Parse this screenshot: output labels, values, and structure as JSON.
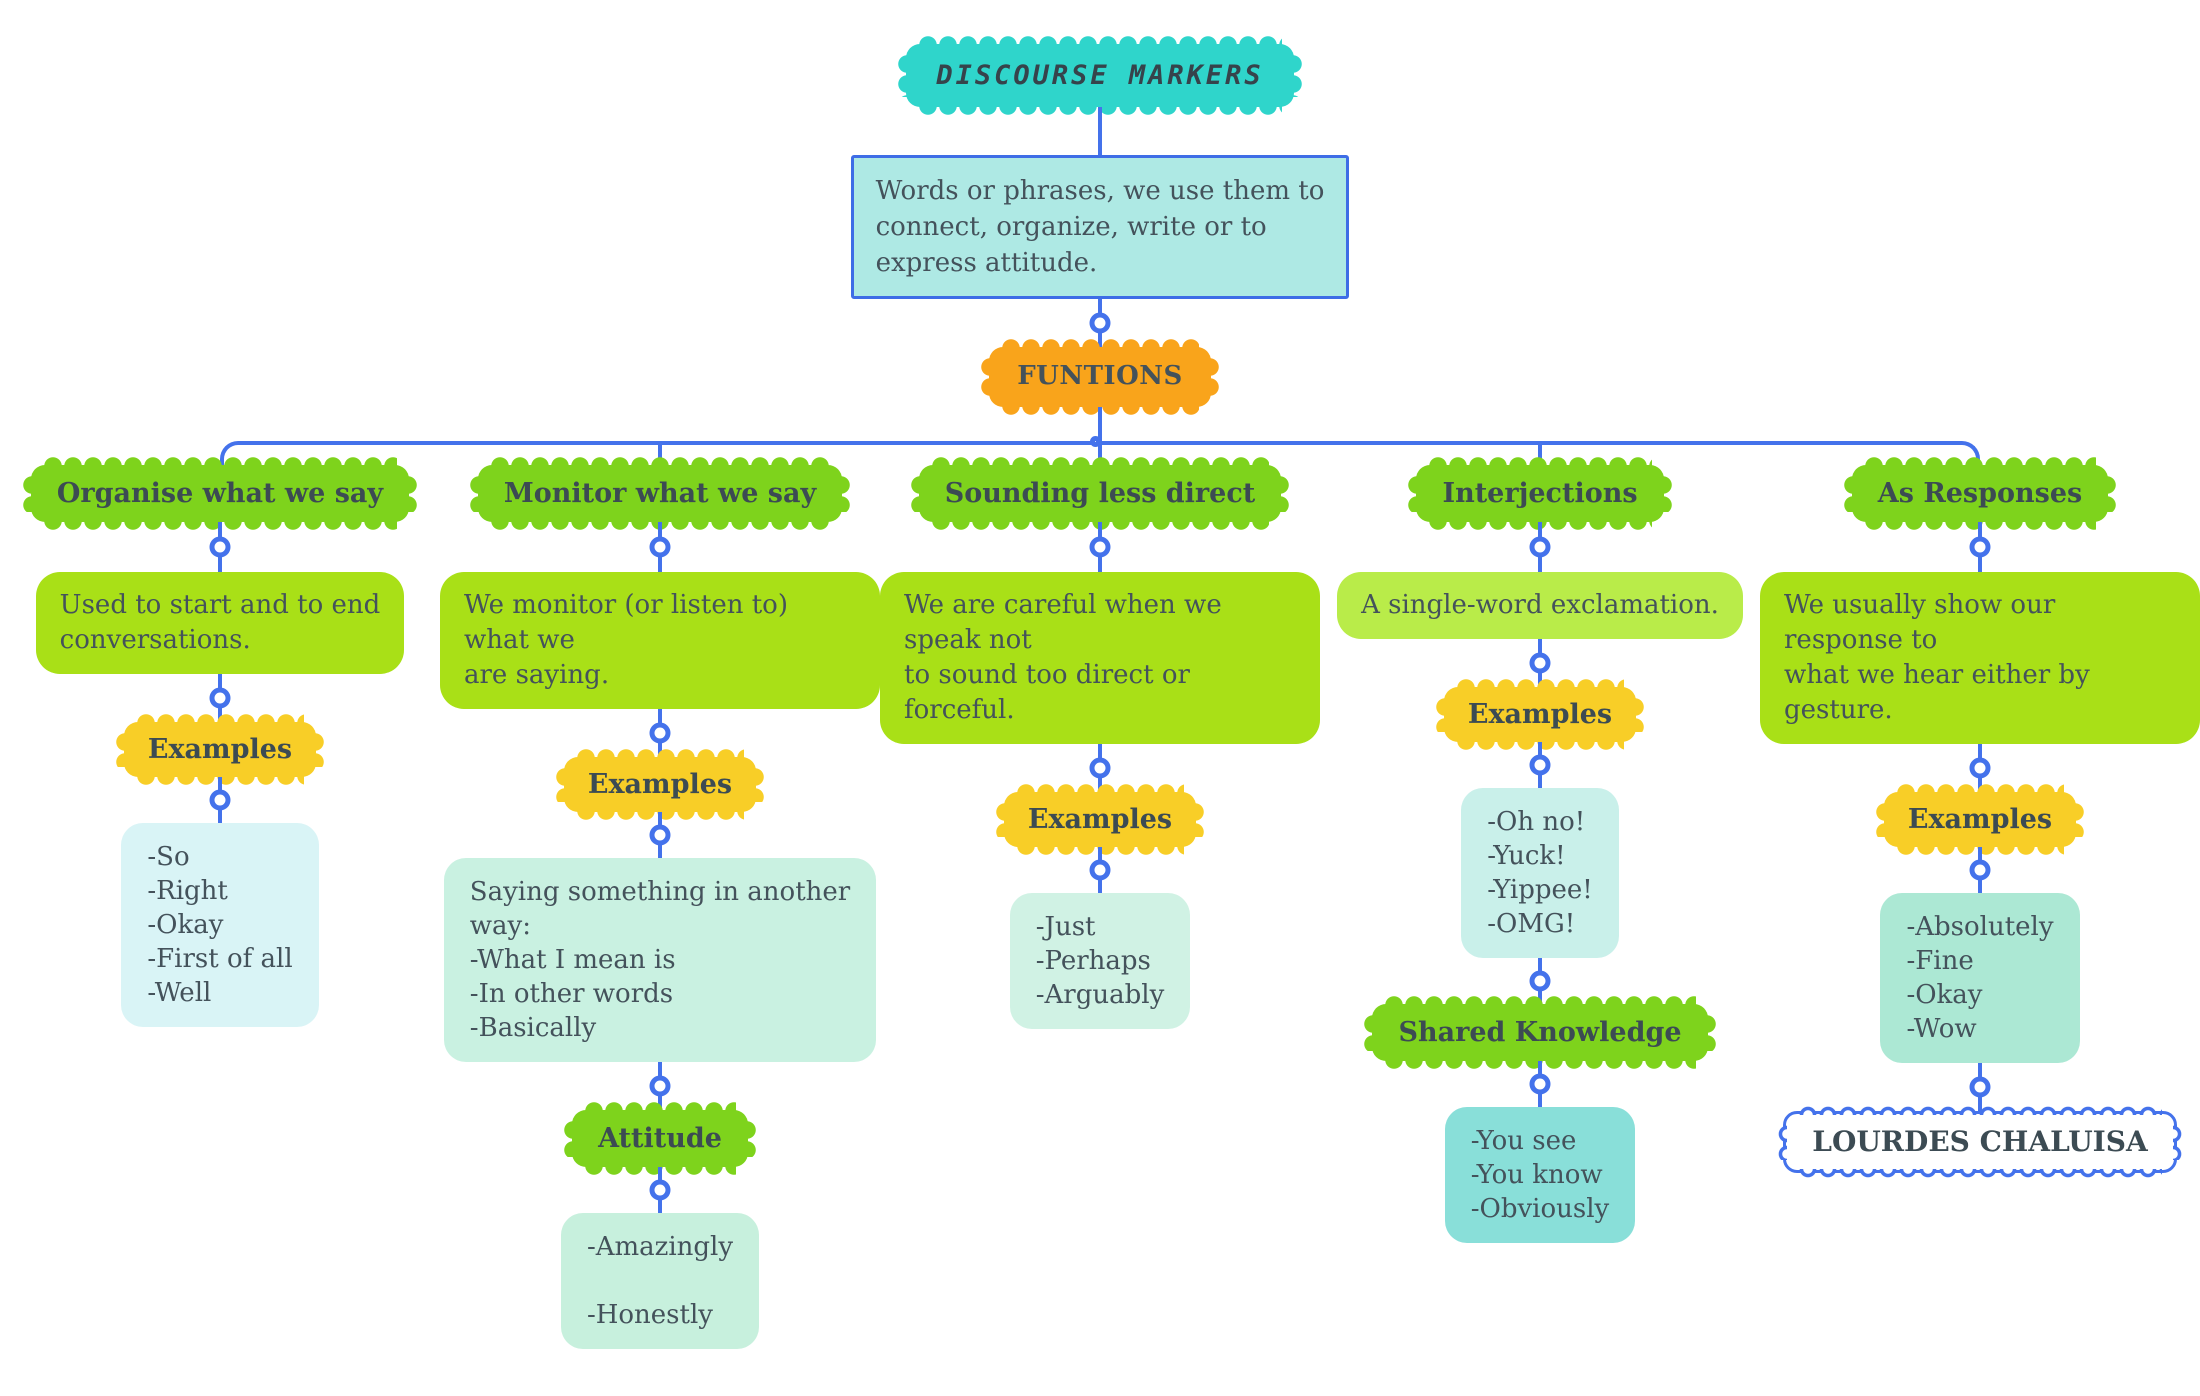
{
  "title": "DISCOURSE MARKERS",
  "definition": [
    "Words or phrases, we use them to",
    "connect, organize, write or to",
    "express attitude."
  ],
  "root_label": "FUNTIONS",
  "branches": [
    {
      "label": "Organise what we say",
      "description": [
        "Used to start and to end",
        "conversations."
      ],
      "examples_label": "Examples",
      "examples": [
        "-So",
        "-Right",
        "-Okay",
        "-First of all",
        "-Well"
      ]
    },
    {
      "label": "Monitor what we say",
      "description": [
        "We monitor (or listen to) what we",
        "are saying."
      ],
      "examples_label": "Examples",
      "examples": [
        "Saying something in another",
        "way:",
        "-What I mean is",
        "-In other words",
        "-Basically"
      ],
      "sub_label": "Attitude",
      "sub_items": [
        "-Amazingly",
        "",
        "-Honestly"
      ]
    },
    {
      "label": "Sounding less direct",
      "description": [
        "We are careful when we speak not",
        "to sound too direct or forceful."
      ],
      "examples_label": "Examples",
      "examples": [
        "-Just",
        "-Perhaps",
        "-Arguably"
      ]
    },
    {
      "label": "Interjections",
      "description": [
        "A single-word exclamation."
      ],
      "examples_label": "Examples",
      "examples": [
        "-Oh no!",
        "-Yuck!",
        "-Yippee!",
        "-OMG!"
      ],
      "sub_label": "Shared Knowledge",
      "sub_items": [
        "-You see",
        "-You know",
        "-Obviously"
      ]
    },
    {
      "label": "As Responses",
      "description": [
        "We usually show our response to",
        "what we hear either by gesture."
      ],
      "examples_label": "Examples",
      "examples": [
        "-Absolutely",
        "-Fine",
        "-Okay",
        "-Wow"
      ],
      "footer": "LOURDES CHALUISA"
    }
  ],
  "palette": {
    "title_fill": "#2fd5cb",
    "definition_fill": "#aee9e4",
    "definition_border": "#3e6de6",
    "root_fill": "#f9a41b",
    "branch_header_fill": "#7ed31c",
    "description_fill": "#a9e017",
    "description_fill_light": "#b9ec49",
    "examples_fill": "#f8ce27",
    "connector": "#4472eb",
    "text": "#41505a",
    "list_fill_organise": "#d9f4f6",
    "list_fill_monitor": "#c9f1e1",
    "list_fill_attitude": "#c7f0dd",
    "list_fill_sounding": "#d0f2e4",
    "list_fill_interjections": "#c9f0ea",
    "list_fill_shared_knowledge": "#89dfd9",
    "list_fill_responses": "#ace8d4"
  }
}
